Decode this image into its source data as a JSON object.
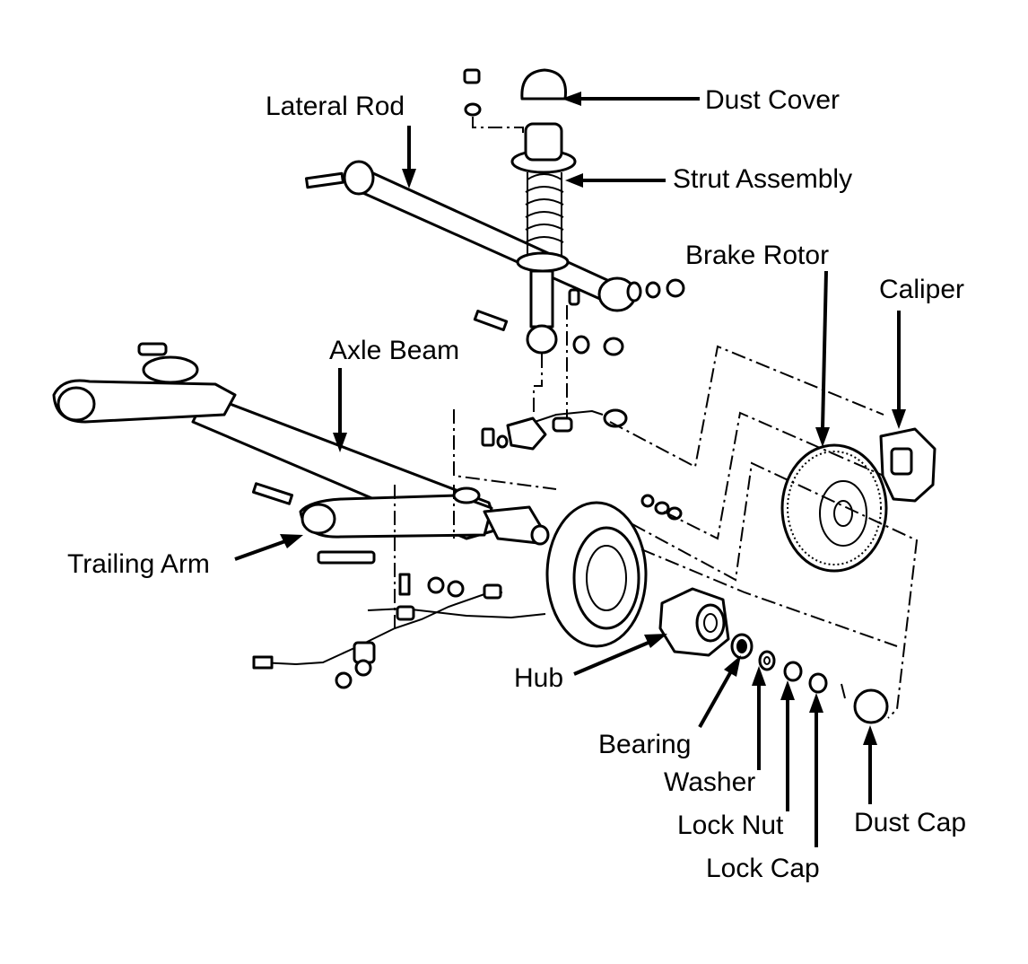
{
  "labels": {
    "lateral_rod": "Lateral Rod",
    "dust_cover": "Dust Cover",
    "strut_assembly": "Strut Assembly",
    "brake_rotor": "Brake Rotor",
    "caliper": "Caliper",
    "axle_beam": "Axle Beam",
    "trailing_arm": "Trailing Arm",
    "hub": "Hub",
    "bearing": "Bearing",
    "washer": "Washer",
    "lock_nut": "Lock Nut",
    "lock_cap": "Lock Cap",
    "dust_cap": "Dust Cap"
  },
  "colors": {
    "ink": "#000000",
    "paper": "#ffffff"
  }
}
